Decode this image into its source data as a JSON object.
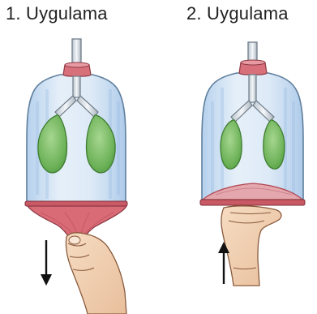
{
  "panels": [
    {
      "title": "1. Uygulama",
      "arrow_direction": "down"
    },
    {
      "title": "2. Uygulama",
      "arrow_direction": "up"
    }
  ],
  "colors": {
    "jar_glass": "#bcd6ee",
    "balloon_green": "#7fbf6a",
    "diaphragm_red": "#d96b77",
    "stopper_red": "#d7707a",
    "skin": "#f3d3b4",
    "arrow": "#111111"
  }
}
